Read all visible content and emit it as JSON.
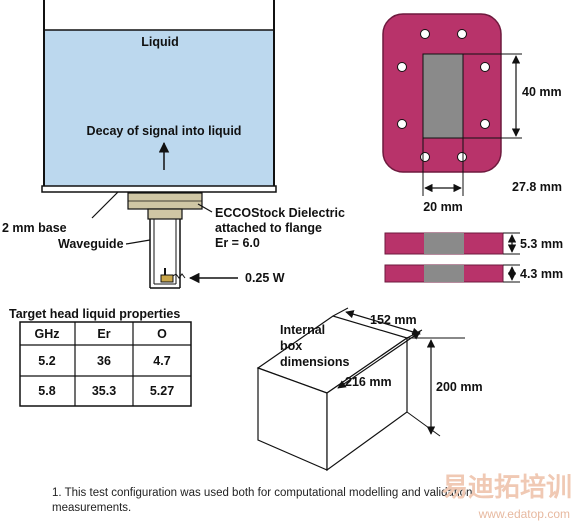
{
  "tank": {
    "liquid_label": "Liquid",
    "decay_label": "Decay of signal into liquid",
    "base_label": "2 mm base",
    "waveguide_label": "Waveguide",
    "dielectric_line1": "ECCOStock Dielectric",
    "dielectric_line2": "attached to flange",
    "dielectric_line3": "Er = 6.0",
    "power_label": "0.25 W"
  },
  "flange": {
    "height_label": "40 mm",
    "width_label": "20 mm",
    "outer_label": "27.8 mm",
    "thickness1_label": "5.3 mm",
    "thickness2_label": "4.3 mm"
  },
  "table": {
    "title": "Target head liquid properties",
    "headers": [
      "GHz",
      "Er",
      "O"
    ],
    "rows": [
      [
        "5.2",
        "36",
        "4.7"
      ],
      [
        "5.8",
        "35.3",
        "5.27"
      ]
    ]
  },
  "box": {
    "label_line1": "Internal",
    "label_line2": "box",
    "label_line3": "dimensions",
    "depth_label": "152 mm",
    "width_label": "216 mm",
    "height_label": "200 mm"
  },
  "caption": {
    "line1": "1. This test configuration was used both for computational modelling and validation",
    "line2": "measurements."
  },
  "watermark": {
    "cn": "易迪拓培训",
    "url": "www.edatop.com"
  },
  "colors": {
    "liquid": "#bcd8ee",
    "flange": "#b8336a",
    "flange_inner": "#8a8a8a",
    "dielectric": "#cfc6a4"
  }
}
